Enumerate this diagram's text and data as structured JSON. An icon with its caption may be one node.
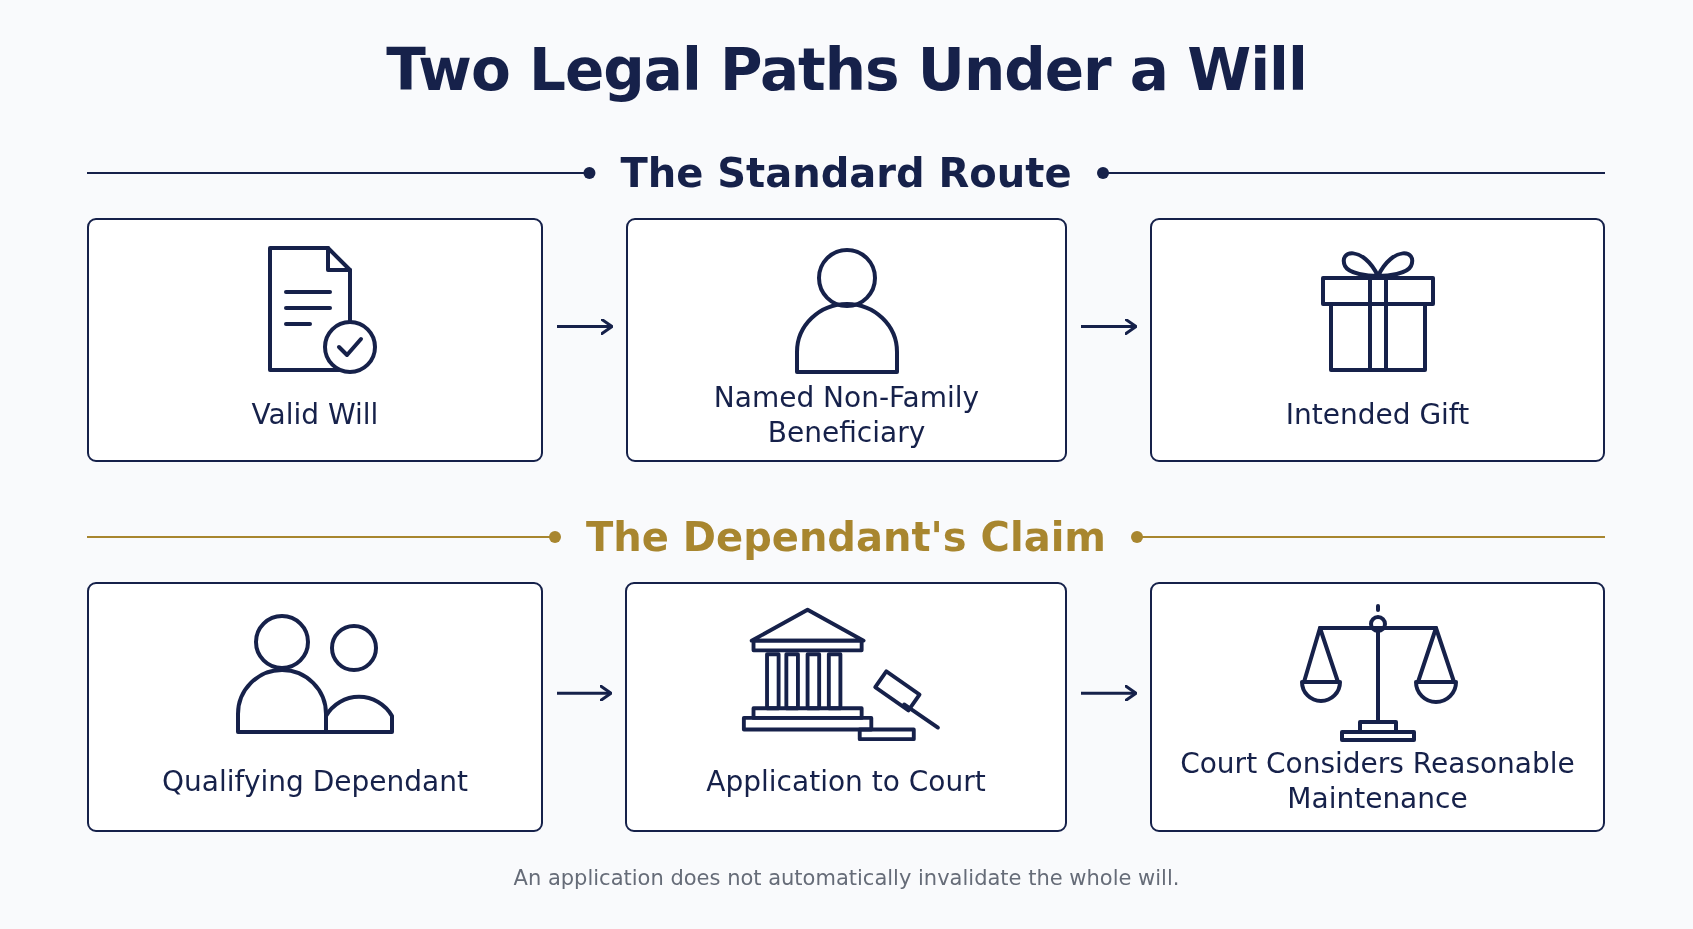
{
  "diagram": {
    "title": "Two Legal Paths Under a Will",
    "caption": "An application does not automatically invalidate the whole will.",
    "nodes": [
      {
        "text": [
          "Valid Will"
        ]
      },
      {
        "text": [
          "Named Non-Family Beneficiary"
        ]
      },
      {
        "text": [
          "Intended Gift"
        ]
      },
      {
        "text": [
          "Qualifying Dependant"
        ]
      },
      {
        "text": [
          "Application to Court"
        ]
      },
      {
        "text": [
          "Court Considers Reasonable Maintenance"
        ]
      }
    ],
    "edges": [
      {
        "from": 0,
        "to": 1,
        "arrow": "to"
      },
      {
        "from": 1,
        "to": 2,
        "arrow": "to"
      },
      {
        "from": 3,
        "to": 4,
        "arrow": "to"
      },
      {
        "from": 4,
        "to": 5,
        "arrow": "to"
      }
    ],
    "labels": [
      "The Standard Route",
      "The Dependant's Claim"
    ]
  }
}
